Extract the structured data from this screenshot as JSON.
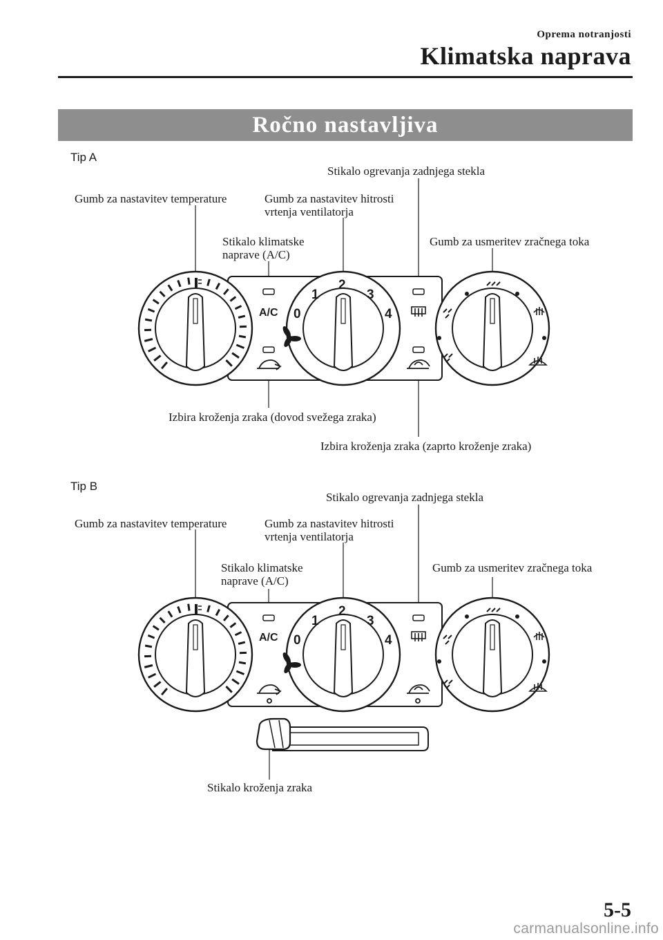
{
  "header": {
    "section": "Oprema notranjosti",
    "title": "Klimatska naprava"
  },
  "banner": "Ročno nastavljiva",
  "tip_a": {
    "label": "Tip A",
    "callouts": {
      "rear_defrost": "Stikalo ogrevanja zadnjega stekla",
      "temperature": "Gumb za nastavitev temperature",
      "fan_line1": "Gumb za nastavitev hitrosti",
      "fan_line2": "vrtenja ventilatorja",
      "ac_line1": "Stikalo klimatske",
      "ac_line2": "naprave (A/C)",
      "airflow": "Gumb za usmeritev zračnega toka",
      "fresh": "Izbira kroženja zraka (dovod svežega zraka)",
      "recirc": "Izbira kroženja zraka (zaprto kroženje zraka)"
    }
  },
  "tip_b": {
    "label": "Tip B",
    "callouts": {
      "rear_defrost": "Stikalo ogrevanja zadnjega stekla",
      "temperature": "Gumb za nastavitev temperature",
      "fan_line1": "Gumb za nastavitev hitrosti",
      "fan_line2": "vrtenja ventilatorja",
      "ac_line1": "Stikalo klimatske",
      "ac_line2": "naprave (A/C)",
      "airflow": "Gumb za usmeritev zračnega toka",
      "lever": "Stikalo kroženja zraka"
    }
  },
  "panel": {
    "ac_text": "A/C",
    "fan_speeds": [
      "0",
      "1",
      "2",
      "3",
      "4"
    ]
  },
  "page_number": "5-5",
  "watermark": "carmanualsonline.info"
}
